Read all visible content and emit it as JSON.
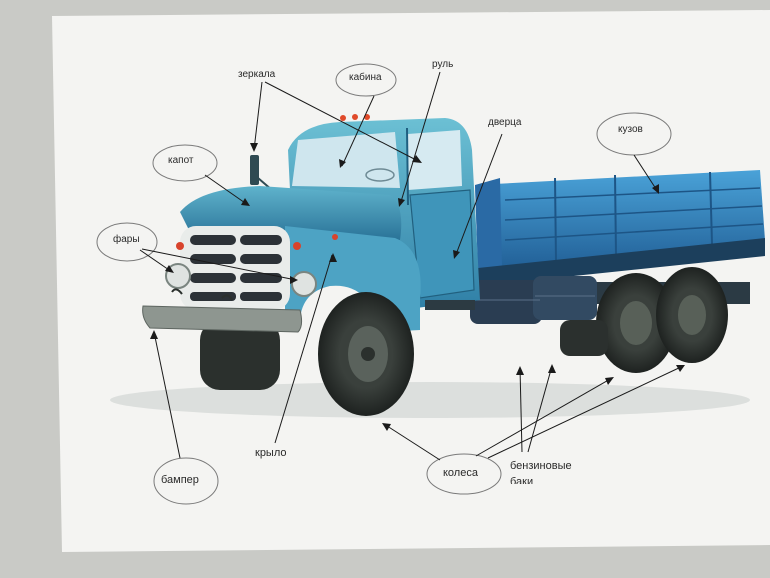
{
  "labels": {
    "zerkala": "зеркала",
    "kabina": "кабина",
    "rul": "руль",
    "dverca": "дверца",
    "kuzov": "кузов",
    "kapot": "капот",
    "fary": "фары",
    "krylo": "крыло",
    "bamper": "бампер",
    "kolesa": "колеса",
    "benzinovye": "бензиновые",
    "baki": "баки"
  },
  "colors": {
    "paper": "#f4f4f2",
    "truck_blue": "#3f8fb8",
    "cab_light": "#63b6cf",
    "bed_blue": "#2f80c4",
    "tire": "#2c302d",
    "bumper": "#8e9690",
    "grille": "#e9ecea"
  }
}
